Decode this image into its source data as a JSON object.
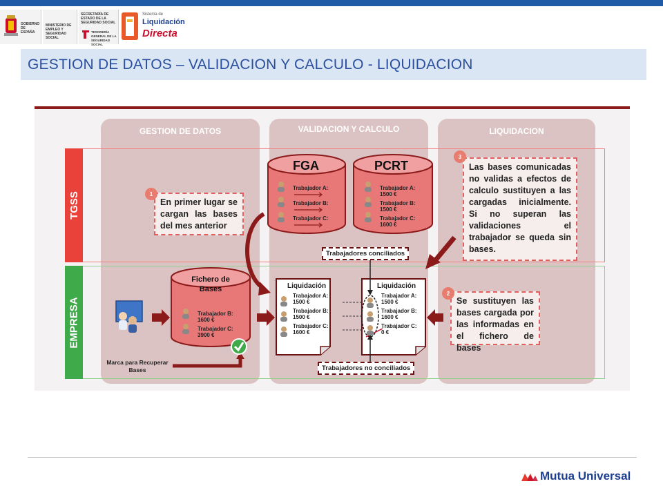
{
  "header": {
    "gov_logo": {
      "gobierno": "GOBIERNO DE ESPAÑA",
      "ministerio": "MINISTERIO DE EMPLEO Y SEGURIDAD SOCIAL",
      "secretaria": "SECRETARÍA DE ESTADO DE LA SEGURIDAD SOCIAL",
      "tesoreria": "TESORERÍA GENERAL DE LA SEGURIDAD SOCIAL",
      "sistema_small": "Sistema de",
      "sistema_mid": "Liquidación",
      "sistema_big": "Directa"
    },
    "title": "GESTION DE DATOS – VALIDACION Y CALCULO - LIQUIDACION"
  },
  "diagram": {
    "columns": [
      {
        "title": "GESTION DE DATOS"
      },
      {
        "title": "VALIDACION Y CALCULO"
      },
      {
        "title": "LIQUIDACION"
      }
    ],
    "rows": [
      {
        "label": "TGSS",
        "color": "#e8423a"
      },
      {
        "label": "EMPRESA",
        "color": "#3faa4a"
      }
    ],
    "notes": [
      {
        "num": "1",
        "text": "En primer lugar se cargan las bases del mes anterior"
      },
      {
        "num": "3",
        "text": "Las bases comunicadas no validas a efectos de calculo sustituyen a las cargadas inicialmente. Si no superan las validaciones el trabajador se queda sin bases."
      },
      {
        "num": "2",
        "text": "Se sustituyen las bases cargada por las informadas en el fichero de bases"
      }
    ],
    "fga": {
      "title": "FGA",
      "workers": [
        "Trabajador A:",
        "Trabajador B:",
        "Trabajador C:"
      ]
    },
    "pcrt": {
      "title": "PCRT",
      "workers": [
        "Trabajador A:",
        "1500 €",
        "Trabajador B:",
        "1500 €",
        "Trabajador C:",
        "1600 €"
      ]
    },
    "fichero": {
      "title_line1": "Fichero de",
      "title_line2": "Bases",
      "workers": [
        "Trabajador B:",
        "1600 €",
        "Trabajador C:",
        "3900 €"
      ]
    },
    "marca": {
      "line1": "Marca para Recuperar",
      "line2": "Bases"
    },
    "liq1": {
      "title": "Liquidación",
      "lines": [
        "Trabajador A:",
        "1500 €",
        "Trabajador B:",
        "1500 €",
        "Trabajador C:",
        "1600 €"
      ]
    },
    "liq2": {
      "title": "Liquidación",
      "lines": [
        "Trabajador A:",
        "1500 €",
        "Trabajador B:",
        "1600 €",
        "Trabajador C:",
        "0 €"
      ]
    },
    "conciliados": "Trabajadores conciliados",
    "no_conciliados": "Trabajadores no conciliados"
  },
  "footer": {
    "brand": "Mutua Universal",
    "brand_color": "#1d3f8f"
  },
  "colors": {
    "accent": "#1f5aa6",
    "dark_red": "#8b1a1a",
    "column_bg": "#dcc3c3",
    "title_text": "#2a4f9e"
  }
}
